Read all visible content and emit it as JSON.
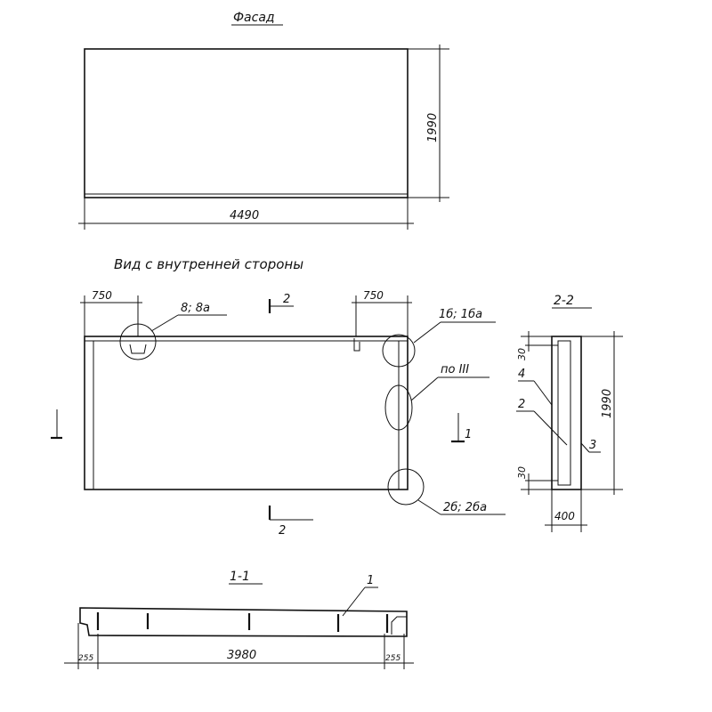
{
  "facade": {
    "title": "Фасад",
    "height_dim": "1990",
    "width_dim": "4490"
  },
  "inner_view": {
    "title": "Вид с внутренней стороны",
    "left_dim": "750",
    "right_dim": "750",
    "callout_top_left": "8; 8а",
    "callout_top_right": "1б; 1ба",
    "callout_middle_right": "по III",
    "callout_bottom_right": "2б; 2ба",
    "section_mark_2": "2",
    "section_mark_1": "1"
  },
  "section_2_2": {
    "title": "2-2",
    "height_dim": "1990",
    "top_dim": "30",
    "bottom_dim": "30",
    "width_dim": "400",
    "labels": [
      "4",
      "2",
      "3"
    ]
  },
  "section_1_1": {
    "title": "1-1",
    "length_dim": "3980",
    "left_dim": "255",
    "right_dim": "255",
    "label": "1"
  }
}
